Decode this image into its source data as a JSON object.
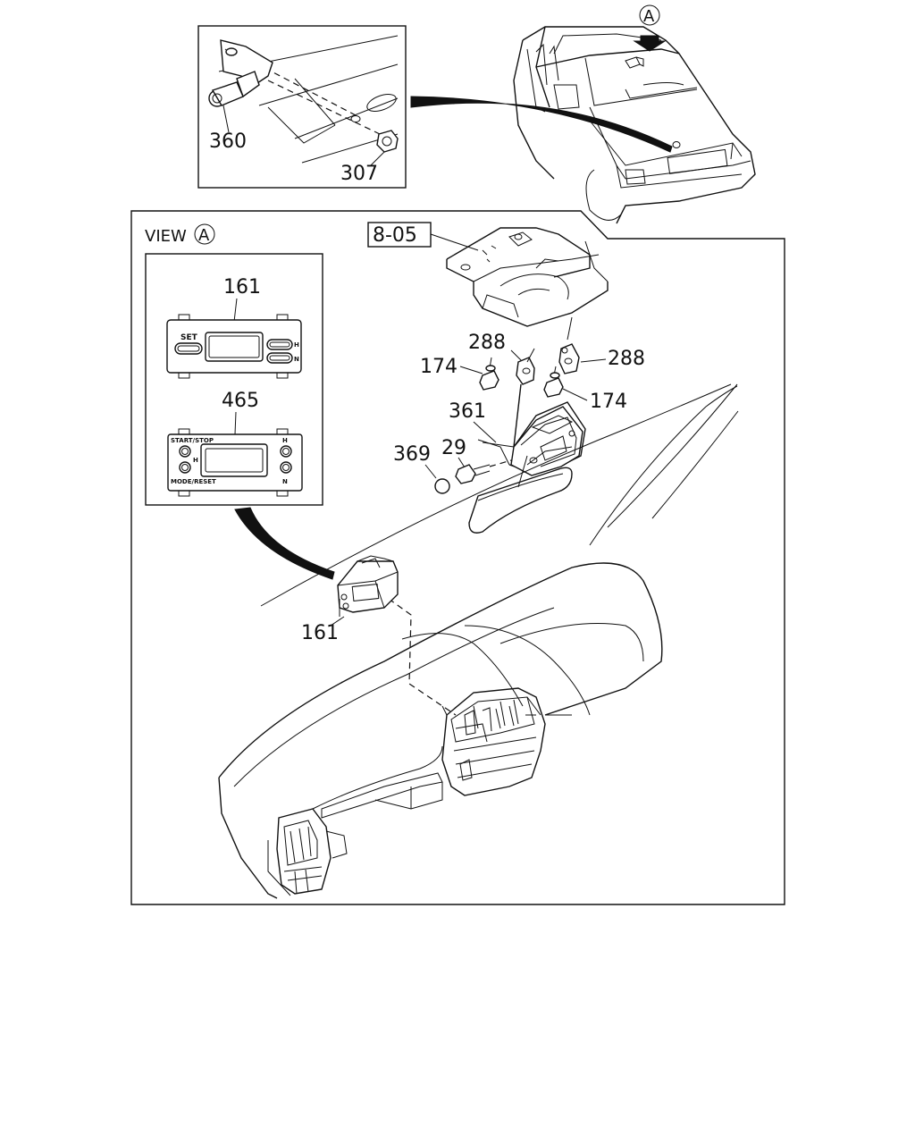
{
  "callouts": {
    "p360": "360",
    "p307": "307",
    "view_prefix": "VIEW",
    "view_marker": "A",
    "top_marker": "A",
    "p805": "8-05",
    "p161_detail": "161",
    "p465": "465",
    "p288_left": "288",
    "p288_right": "288",
    "p174_left": "174",
    "p174_right": "174",
    "p361": "361",
    "p369": "369",
    "p29": "29",
    "p161_main": "161"
  },
  "panel_161": {
    "set_label": "SET",
    "h_label": "H",
    "n_label": "N"
  },
  "panel_465": {
    "start_stop": "START/STOP",
    "h_left": "H",
    "mode_reset": "MODE/RESET",
    "h_right": "H",
    "n_right": "N"
  },
  "icons": [
    "pointer-arrow-icon",
    "bolt-icon",
    "nut-icon",
    "clip-icon"
  ]
}
